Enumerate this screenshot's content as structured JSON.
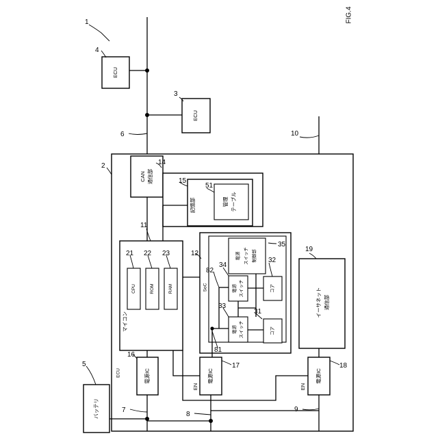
{
  "figure_label": "FIG.4",
  "references": {
    "system": "1",
    "ecu_main": "2",
    "ecu_3": "3",
    "ecu_4": "4",
    "battery": "5",
    "can_bus": "6",
    "line_7": "7",
    "line_8": "8",
    "line_9": "9",
    "ethernet": "10",
    "microcomputer": "11",
    "soc": "12",
    "can_comm": "14",
    "storage": "15",
    "power_ic_16": "16",
    "power_ic_17": "17",
    "power_ic_18": "18",
    "ethernet_comm": "19",
    "cpu": "21",
    "rom": "22",
    "ram": "23",
    "core_31": "31",
    "core_32": "32",
    "switch_33": "33",
    "switch_34": "34",
    "switch_ctrl": "35",
    "table": "51",
    "node_81": "81",
    "node_82": "82"
  },
  "labels": {
    "ecu_small": "ECU",
    "ecu_main": "ECU",
    "can_comm_1": "CAN",
    "can_comm_2": "通信部",
    "storage": "記憶部",
    "table_1": "管理",
    "table_2": "テーブル",
    "microcomputer": "マイコン",
    "cpu": "CPU",
    "rom": "ROM",
    "ram": "RAM",
    "soc": "SoC",
    "switch_ctrl_1": "電源",
    "switch_ctrl_2": "スイッチ",
    "switch_ctrl_3": "制御部",
    "power_switch_1": "電源",
    "power_switch_2": "スイッチ",
    "core": "コア",
    "ethernet_comm_1": "イーサネット",
    "ethernet_comm_2": "通信部",
    "power_ic": "電源IC",
    "battery": "バッテリ",
    "en": "EN"
  }
}
